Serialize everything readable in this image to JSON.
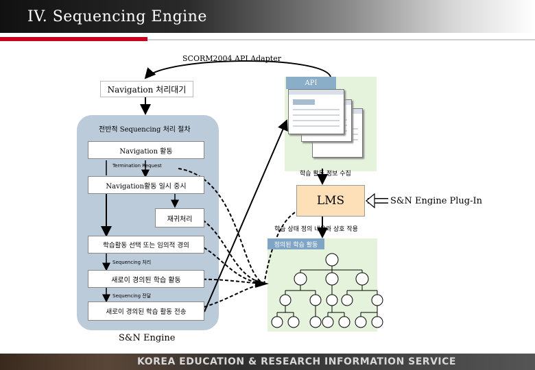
{
  "header": {
    "title": "IV. Sequencing Engine"
  },
  "footer": {
    "text": "KOREA EDUCATION & RESEARCH INFORMATION SERVICE"
  },
  "diagram": {
    "adapter_label": "SCORM2004 API Adapter",
    "api_label": "API",
    "navigation_wait": "Navigation 처리대기",
    "overall_process": "전반적 Sequencing 처리 절차",
    "navigation_activity": "Navigation 활동",
    "termination_request": "Termination Request",
    "navigation_pause": "Navigation활동 일시 중시",
    "recursive": "재귀처리",
    "select_activity": "학습활동 선택 또는 임의적 경의",
    "sequencing_process": "Sequencing 처리",
    "new_defined": "새로이 경의된 학습 활동",
    "sequencing_transfer": "Sequencing 전달",
    "new_defined_transfer": "새로이 경의된 학습 활동 전송",
    "engine_label": "S&N Engine",
    "collect_label": "학습 활동 정보 수집",
    "lms_label": "LMS",
    "plugin_label": "S&N Engine Plug-In",
    "interaction_label": "학습 상태 정의 내용과 상호 작용",
    "defined_activity": "정의된 학습 활동"
  }
}
